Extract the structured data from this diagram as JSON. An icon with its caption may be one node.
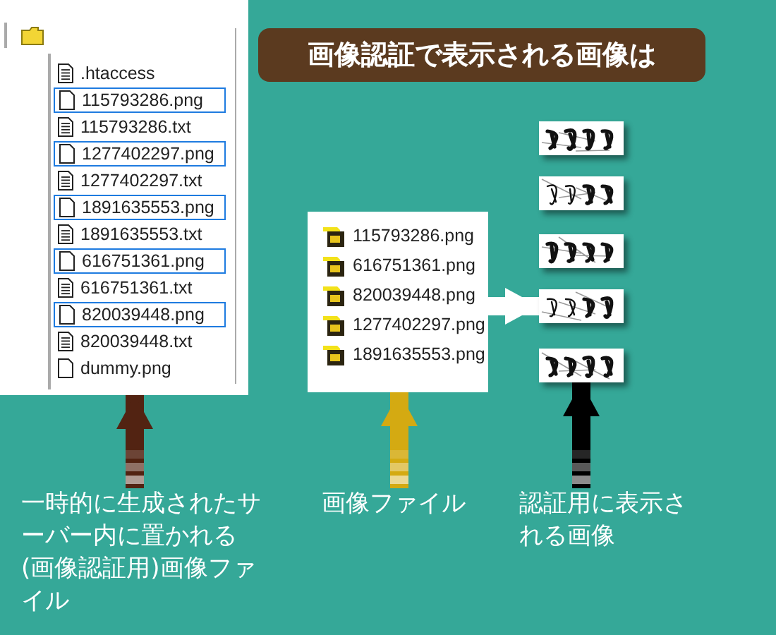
{
  "diagram": {
    "title": "画像認証で表示される画像は",
    "nodes": [
      {
        "text": [],
        "shape": "box"
      },
      {
        "text": [
          ".htaccess"
        ],
        "in": 0
      },
      {
        "text": [
          "115793286.png"
        ],
        "in": 0
      },
      {
        "text": [
          "115793286.txt"
        ],
        "in": 0
      },
      {
        "text": [
          "1277402297.png"
        ],
        "in": 0
      },
      {
        "text": [
          "1277402297.txt"
        ],
        "in": 0
      },
      {
        "text": [
          "1891635553.png"
        ],
        "in": 0
      },
      {
        "text": [
          "1891635553.txt"
        ],
        "in": 0
      },
      {
        "text": [
          "616751361.png"
        ],
        "in": 0
      },
      {
        "text": [
          "616751361.txt"
        ],
        "in": 0
      },
      {
        "text": [
          "820039448.png"
        ],
        "in": 0
      },
      {
        "text": [
          "820039448.txt"
        ],
        "in": 0
      },
      {
        "text": [
          "dummy.png"
        ],
        "in": 0
      },
      {
        "text": [],
        "shape": "box"
      },
      {
        "text": [
          "115793286.png"
        ],
        "in": 13
      },
      {
        "text": [
          "616751361.png"
        ],
        "in": 13
      },
      {
        "text": [
          "820039448.png"
        ],
        "in": 13
      },
      {
        "text": [
          "1277402297.png"
        ],
        "in": 13
      },
      {
        "text": [
          "1891635553.png"
        ],
        "in": 13
      },
      {
        "text": [],
        "shape": "picture"
      },
      {
        "text": [],
        "shape": "picture"
      },
      {
        "text": [],
        "shape": "picture"
      },
      {
        "text": [],
        "shape": "picture"
      },
      {
        "text": [],
        "shape": "picture"
      },
      {
        "text": [
          "一時的に生成されたサーバー内に置かれる(画像認証用)画像ファイル"
        ]
      },
      {
        "text": [
          "画像ファイル"
        ]
      },
      {
        "text": [
          "認証用に表示される画像"
        ]
      }
    ],
    "edges": [
      {
        "from": 24,
        "to": 0,
        "arrow": "to",
        "color": "#522312"
      },
      {
        "from": 25,
        "to": 13,
        "arrow": "to",
        "color": "#d4aa12"
      },
      {
        "from": 26,
        "to": 23,
        "arrow": "to",
        "color": "#000000"
      },
      {
        "from": 13,
        "to": 22,
        "arrow": "to",
        "color": "#ffffff"
      }
    ]
  }
}
